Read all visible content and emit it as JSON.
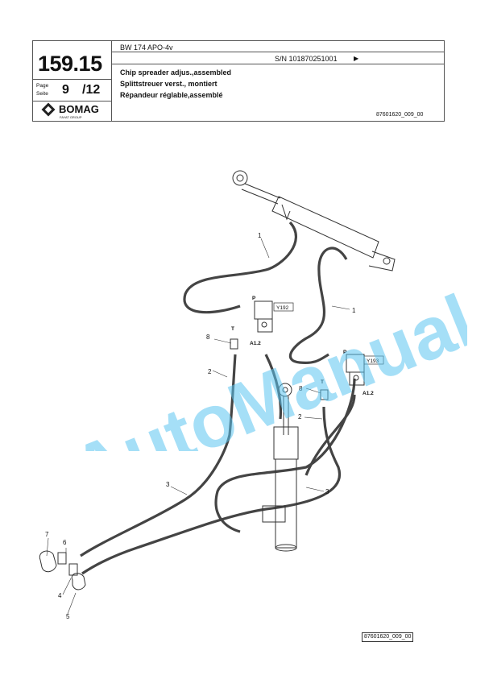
{
  "header": {
    "model": "BW 174 APO-4v",
    "serial": "S/N 101870251001",
    "serial_arrow": "▶",
    "group_number": "159.15",
    "page_label_de": "Page",
    "page_label_en": "Seite",
    "page_current": "9",
    "page_total": "/12",
    "brand_name": "BOMAG",
    "brand_sub": "FAYAT GROUP",
    "title_en": "Chip spreader adjus.,assembled",
    "title_de": "Splittstreuer verst., montiert",
    "title_fr": "Répandeur réglable,assemblé",
    "drawing_ref": "87601620_009_00"
  },
  "diagram": {
    "callouts": [
      "1",
      "1",
      "2",
      "2",
      "3",
      "3",
      "4",
      "5",
      "6",
      "7",
      "8",
      "8"
    ],
    "port_labels": [
      "P",
      "T",
      "A1.2",
      "P",
      "T",
      "A1.2"
    ],
    "valve_labels": [
      "Y192",
      "Y193"
    ]
  },
  "watermark": "AutoManual",
  "footer": {
    "drawing_ref": "87601620_009_00"
  }
}
